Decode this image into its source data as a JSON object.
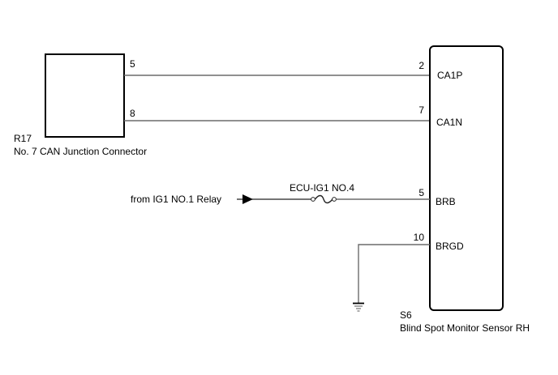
{
  "components": {
    "r17": {
      "code": "R17",
      "name": "No. 7 CAN Junction Connector",
      "pins": [
        {
          "number": "5"
        },
        {
          "number": "8"
        }
      ]
    },
    "s6": {
      "code": "S6",
      "name": "Blind Spot Monitor Sensor RH",
      "pins": [
        {
          "number": "2",
          "signal": "CA1P"
        },
        {
          "number": "7",
          "signal": "CA1N"
        },
        {
          "number": "5",
          "signal": "BRB"
        },
        {
          "number": "10",
          "signal": "BRGD"
        }
      ]
    }
  },
  "power": {
    "source_label": "from IG1 NO.1 Relay",
    "fuse_label": "ECU-IG1 NO.4"
  },
  "icons": {
    "arrow": "arrow-right-icon",
    "fuse": "fuse-icon",
    "ground": "ground-icon"
  },
  "colors": {
    "wire": "#6b6b6b",
    "outline": "#000000"
  }
}
